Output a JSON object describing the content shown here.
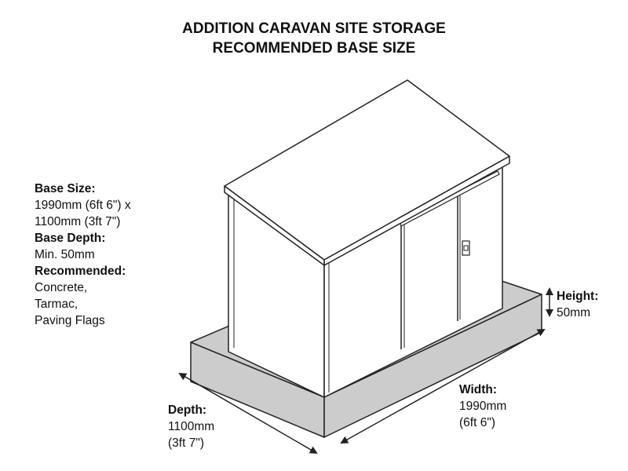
{
  "title": {
    "line1": "ADDITION CARAVAN SITE STORAGE",
    "line2": "RECOMMENDED BASE SIZE"
  },
  "spec": {
    "base_size_heading": "Base Size:",
    "base_size_line1": "1990mm (6ft 6\") x",
    "base_size_line2": "1100mm (3ft 7\")",
    "base_depth_heading": "Base Depth:",
    "base_depth_value": "Min. 50mm",
    "recommended_heading": "Recommended:",
    "recommended_items": [
      "Concrete,",
      "Tarmac,",
      "Paving Flags"
    ]
  },
  "dimensions": {
    "height_heading": "Height:",
    "height_value": "50mm",
    "width_heading": "Width:",
    "width_value_mm": "1990mm",
    "width_value_ft": "(6ft 6\")",
    "depth_heading": "Depth:",
    "depth_value_mm": "1100mm",
    "depth_value_ft": "(3ft 7\")"
  },
  "colors": {
    "base_fill": "#cccccc",
    "line": "#222222",
    "shed_fill": "#ffffff"
  }
}
